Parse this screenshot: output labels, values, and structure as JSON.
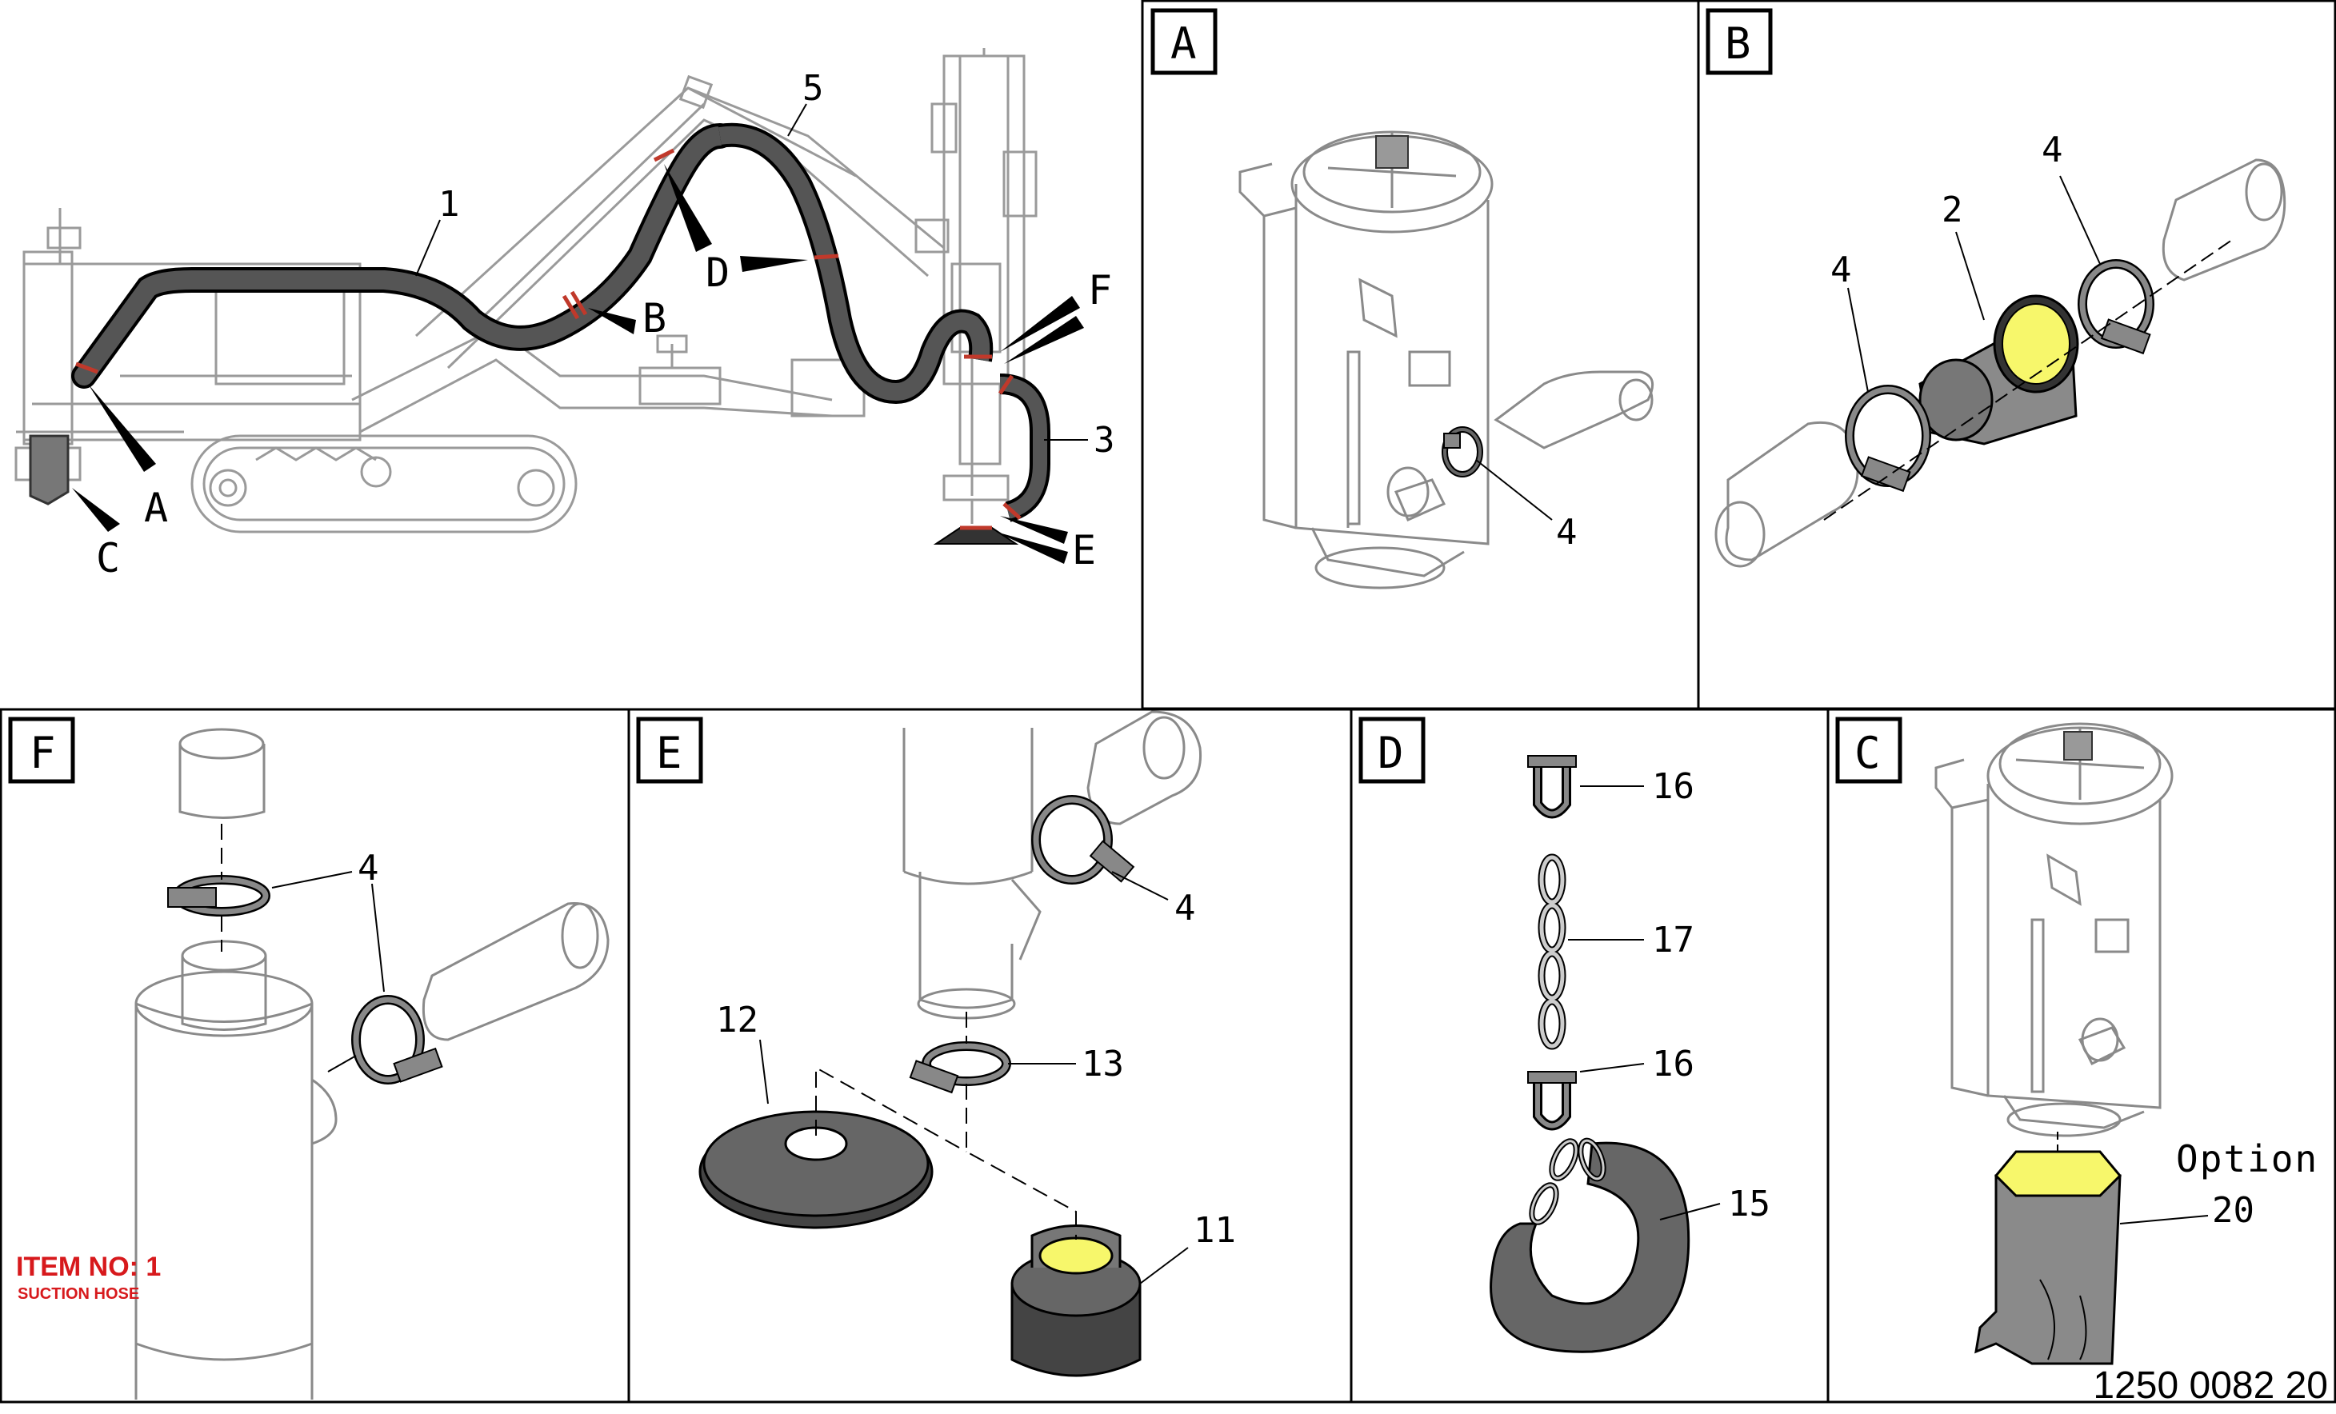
{
  "colors": {
    "hose": "#555555",
    "hose_band": "#c0392b",
    "filter": "#f7f76b",
    "fill_dark": "#666666",
    "fill_mid": "#8a8a8a",
    "note": "#d7191c"
  },
  "overview": {
    "hose_labels": [
      "1",
      "5",
      "3"
    ],
    "detail_labels": [
      "A",
      "B",
      "C",
      "D",
      "E",
      "F"
    ]
  },
  "panels": [
    {
      "id": "A",
      "title": "A",
      "callouts": [
        "4"
      ]
    },
    {
      "id": "B",
      "title": "B",
      "callouts": [
        "4",
        "2",
        "4"
      ]
    },
    {
      "id": "F",
      "title": "F",
      "callouts": [
        "4"
      ]
    },
    {
      "id": "E",
      "title": "E",
      "callouts": [
        "4",
        "12",
        "13",
        "11"
      ]
    },
    {
      "id": "D",
      "title": "D",
      "callouts": [
        "16",
        "17",
        "16",
        "15"
      ]
    },
    {
      "id": "C",
      "title": "C",
      "callouts": [
        "20"
      ],
      "option_label": "Option"
    }
  ],
  "note": {
    "item_no": "ITEM NO: 1",
    "item_name": "SUCTION HOSE"
  },
  "document_number": "1250 0082 20"
}
